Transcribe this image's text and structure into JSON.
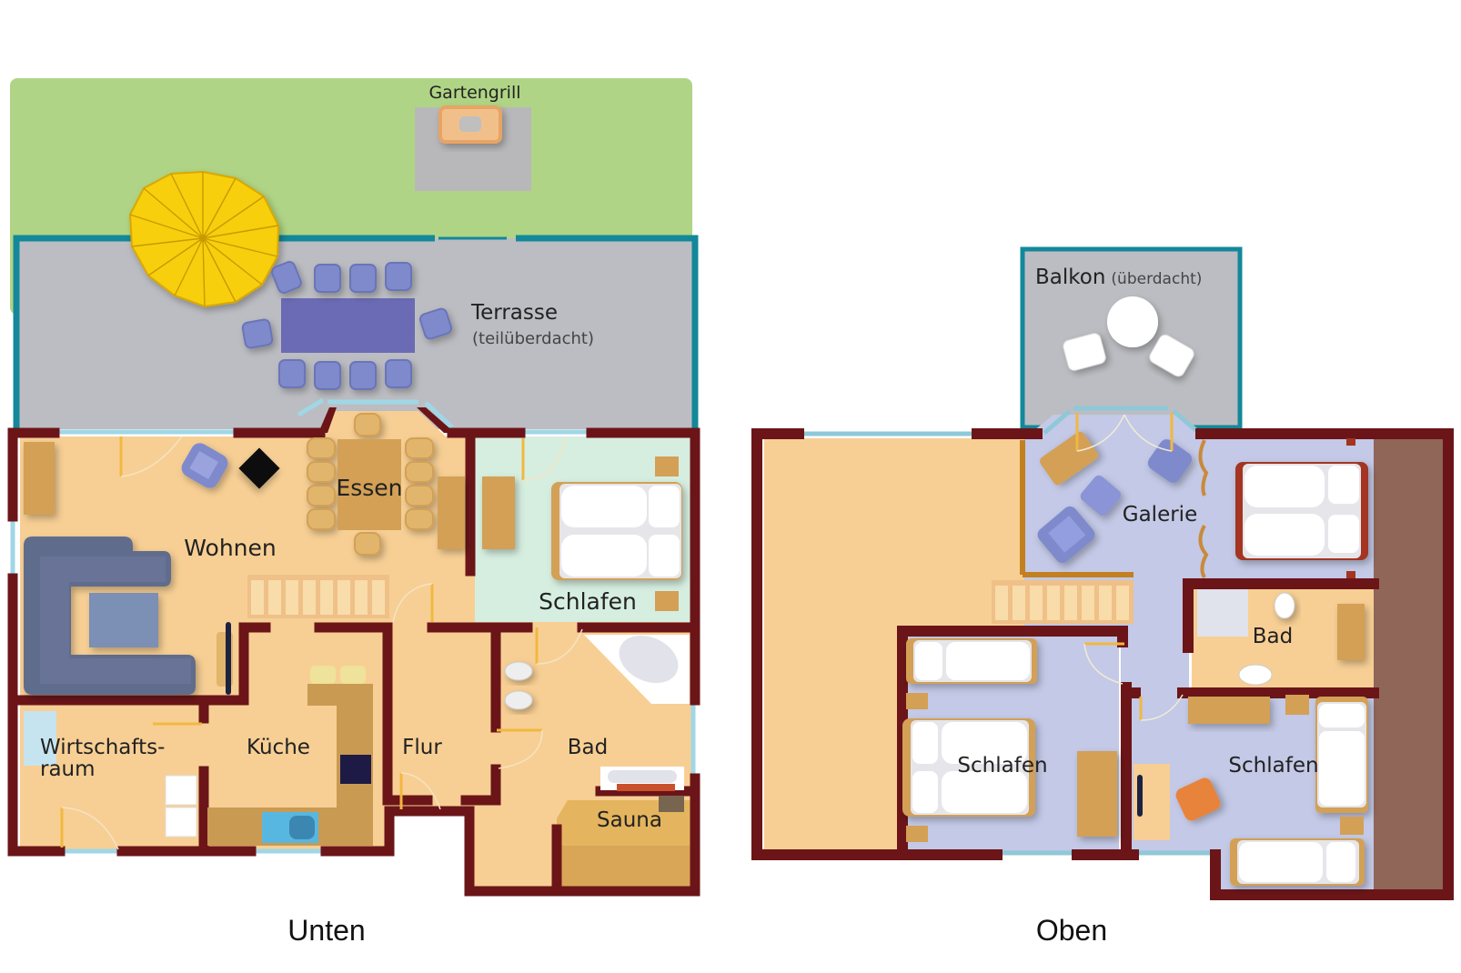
{
  "floors": [
    {
      "id": "unten",
      "caption": "Unten",
      "rooms": {
        "garden_grill": "Gartengrill",
        "terrace": "Terrasse",
        "terrace_note": "(teilüberdacht)",
        "dining": "Essen",
        "living": "Wohnen",
        "bedroom": "Schlafen",
        "utility_line1": "Wirtschafts-",
        "utility_line2": "raum",
        "kitchen": "Küche",
        "hallway": "Flur",
        "bathroom": "Bad",
        "sauna": "Sauna"
      }
    },
    {
      "id": "oben",
      "caption": "Oben",
      "rooms": {
        "balcony": "Balkon",
        "balcony_note": "(überdacht)",
        "gallery": "Galerie",
        "bathroom": "Bad",
        "bedroom_left": "Schlafen",
        "bedroom_right": "Schlafen"
      }
    }
  ],
  "colors": {
    "wall": "#6b1518",
    "floor": "#f7cf94",
    "lilac_floor": "#c3c9e6",
    "mint_floor": "#d6eee0",
    "garden": "#b0d485",
    "terrace": "#bcbdc2",
    "terrace_border": "#13889a",
    "umbrella": "#f7cf10",
    "chair_blue": "#7f8acc",
    "table_purple": "#6a6bb4",
    "wood": "#d3a055",
    "sofa": "#606c8c",
    "roof": "#8f6658"
  }
}
